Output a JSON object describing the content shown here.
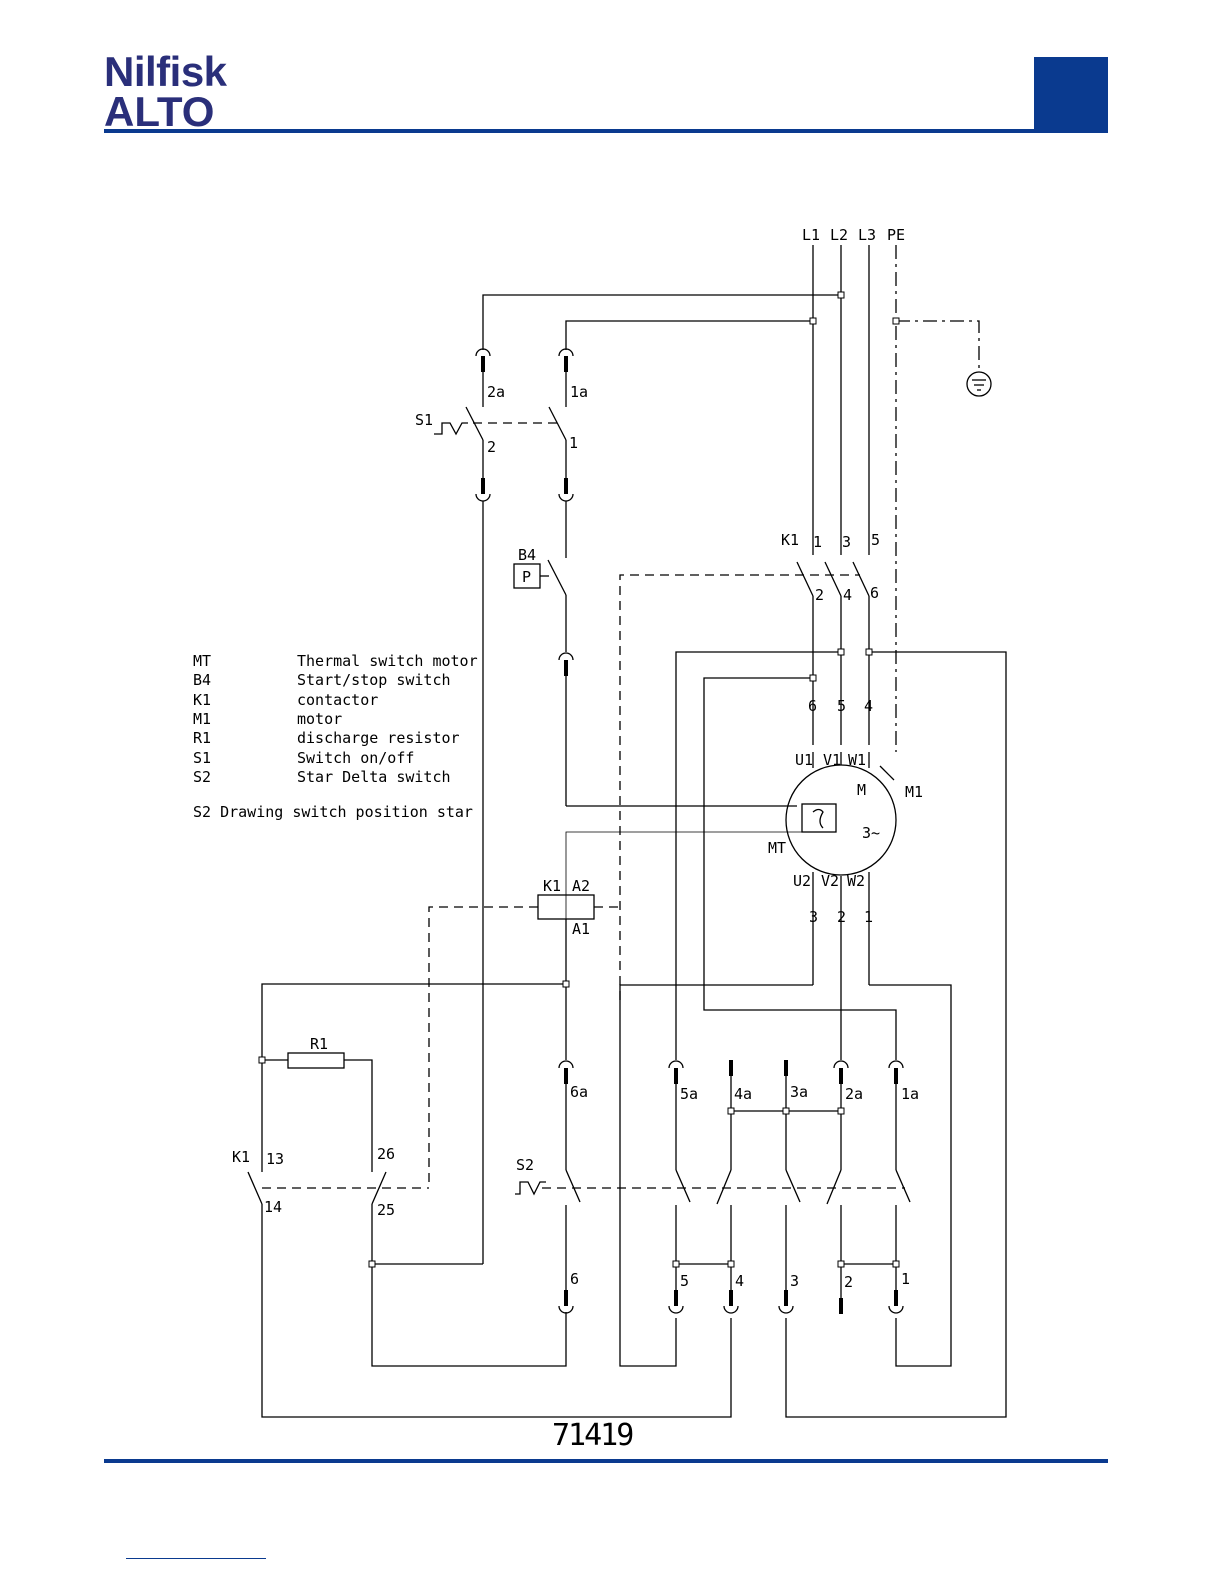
{
  "header": {
    "brand_line1": "Nilfisk",
    "brand_line2": "ALTO"
  },
  "colors": {
    "brand_blue": "#2a2f7a",
    "accent_blue": "#0a3a8f"
  },
  "legend": [
    {
      "code": "MT",
      "desc": "Thermal switch motor"
    },
    {
      "code": "B4",
      "desc": "Start/stop switch"
    },
    {
      "code": "K1",
      "desc": "contactor"
    },
    {
      "code": "M1",
      "desc": "motor"
    },
    {
      "code": "R1",
      "desc": "discharge resistor"
    },
    {
      "code": "S1",
      "desc": "Switch on/off"
    },
    {
      "code": "S2",
      "desc": "Star Delta switch"
    }
  ],
  "note": "S2 Drawing switch position star",
  "drawing_number": "71419",
  "labels": {
    "L1": "L1",
    "L2": "L2",
    "L3": "L3",
    "PE": "PE",
    "S1": "S1",
    "B4": "B4",
    "P": "P",
    "K1_main": "K1",
    "K1_coil": "K1",
    "A2": "A2",
    "A1": "A1",
    "K1_aux": "K1",
    "R1": "R1",
    "S2": "S2",
    "M": "M",
    "M1": "M1",
    "MT": "MT",
    "three_phase": "3~",
    "U1": "U1",
    "V1": "V1",
    "W1": "W1",
    "U2": "U2",
    "V2": "V2",
    "W2": "W2",
    "n2a_top": "2a",
    "n1a_top": "1a",
    "s1_2": "2",
    "s1_1": "1",
    "k1_1": "1",
    "k1_3": "3",
    "k1_5": "5",
    "k1_2": "2",
    "k1_4": "4",
    "k1_6": "6",
    "m_6": "6",
    "m_5": "5",
    "m_4": "4",
    "m_3": "3",
    "m_2": "2",
    "m_1": "1",
    "n13": "13",
    "n14": "14",
    "n26": "26",
    "n25": "25",
    "n6a": "6a",
    "n5a": "5a",
    "n4a": "4a",
    "n3a": "3a",
    "n2a": "2a",
    "n1a": "1a",
    "b6": "6",
    "b5": "5",
    "b4": "4",
    "b3": "3",
    "b2": "2",
    "b1": "1"
  }
}
